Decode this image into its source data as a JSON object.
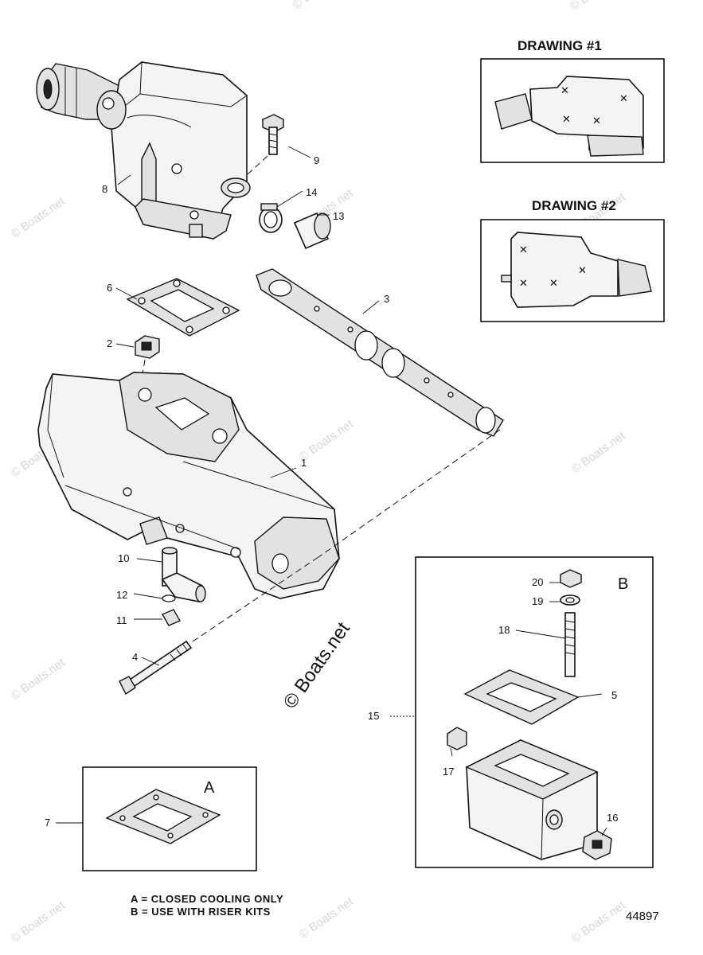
{
  "watermark": {
    "text": "© Boats.net"
  },
  "drawing_labels": {
    "drawing1": "DRAWING #1",
    "drawing2": "DRAWING #2"
  },
  "box_labels": {
    "a": "A",
    "b": "B"
  },
  "callouts": {
    "c1": "1",
    "c2": "2",
    "c3": "3",
    "c4": "4",
    "c5": "5",
    "c6": "6",
    "c7": "7",
    "c8": "8",
    "c9": "9",
    "c10": "10",
    "c11": "11",
    "c12": "12",
    "c13": "13",
    "c14": "14",
    "c15": "15",
    "c16": "16",
    "c17": "17",
    "c18": "18",
    "c19": "19",
    "c20": "20"
  },
  "notes": {
    "a": "A = CLOSED COOLING ONLY",
    "b": "B = USE WITH RISER KITS"
  },
  "diagram_number": "44897"
}
